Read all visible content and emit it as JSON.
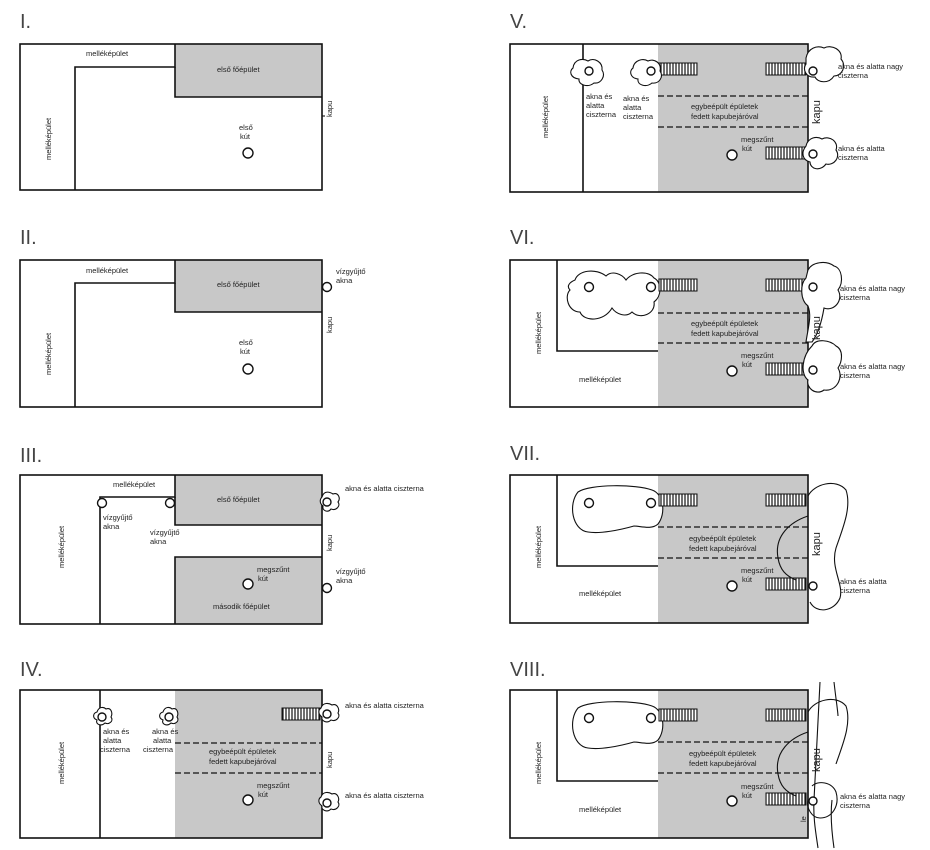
{
  "panels": {
    "p1": {
      "numeral": "I.",
      "mellek_top": "melléképület",
      "mellek_left": "melléképület",
      "main1": "első főépület",
      "kapu": "kapu",
      "well": [
        "első",
        "kút"
      ]
    },
    "p2": {
      "numeral": "II.",
      "mellek_top": "melléképület",
      "mellek_left": "melléképület",
      "main1": "első főépület",
      "kapu": "kapu",
      "well": [
        "első",
        "kút"
      ],
      "akna": [
        "vízgyűjtő",
        "akna"
      ]
    },
    "p3": {
      "numeral": "III.",
      "mellek_top": "melléképület",
      "mellek_left": "melléképület",
      "main1": "első főépület",
      "main2": "második főépület",
      "kapu": "kapu",
      "well": [
        "megszűnt",
        "kút"
      ],
      "akna1": [
        "vízgyűjtő",
        "akna"
      ],
      "akna2": [
        "vízgyűjtő",
        "akna"
      ],
      "akna3": [
        "vízgyűjtő",
        "akna"
      ],
      "cistern": "akna és alatta ciszterna"
    },
    "p4": {
      "numeral": "IV.",
      "mellek_left": "melléképület",
      "c1": [
        "akna és",
        "alatta",
        "ciszterna"
      ],
      "c2": [
        "akna és",
        "alatta",
        "ciszterna"
      ],
      "cistern_top": "akna és alatta ciszterna",
      "cistern_bottom": "akna és alatta ciszterna",
      "built": [
        "egybeépült épületek",
        "fedett kapubejáróval"
      ],
      "kapu": "kapu",
      "well": [
        "megszűnt",
        "kút"
      ]
    },
    "p5": {
      "numeral": "V.",
      "mellek_left": "melléképület",
      "c1": [
        "akna és",
        "alatta",
        "ciszterna"
      ],
      "c2": [
        "akna és",
        "alatta",
        "ciszterna"
      ],
      "cistern_top": [
        "akna és alatta nagy",
        "ciszterna"
      ],
      "cistern_bottom": [
        "akna és alatta",
        "ciszterna"
      ],
      "built": [
        "egybeépült épületek",
        "fedett kapubejáróval"
      ],
      "kapu": "kapu",
      "well": [
        "megszűnt",
        "kút"
      ]
    },
    "p6": {
      "numeral": "VI.",
      "mellek_left": "melléképület",
      "mellek_bottom": "melléképület",
      "cistern_top": [
        "akna és alatta nagy",
        "ciszterna"
      ],
      "cistern_bottom": [
        "akna és alatta nagy",
        "ciszterna"
      ],
      "built": [
        "egybeépült épületek",
        "fedett kapubejáróval"
      ],
      "kapu": "kapu",
      "well": [
        "megszűnt",
        "kút"
      ]
    },
    "p7": {
      "numeral": "VII.",
      "mellek_left": "melléképület",
      "mellek_bottom": "melléképület",
      "cistern_bottom": [
        "akna és alatta",
        "ciszterna"
      ],
      "built": [
        "egybeépült épületek",
        "fedett kapubejáróval"
      ],
      "kapu": "kapu",
      "well": [
        "megszűnt",
        "kút"
      ]
    },
    "p8": {
      "numeral": "VIII.",
      "mellek_left": "melléképület",
      "mellek_bottom": "melléképület",
      "cistern_bottom": [
        "akna és alatta nagy",
        "ciszterna"
      ],
      "built": [
        "egybeépült épületek",
        "fedett kapubejáróval"
      ],
      "kapu": "kapu",
      "well": [
        "megszűnt",
        "kút"
      ],
      "side_label": "le"
    }
  }
}
